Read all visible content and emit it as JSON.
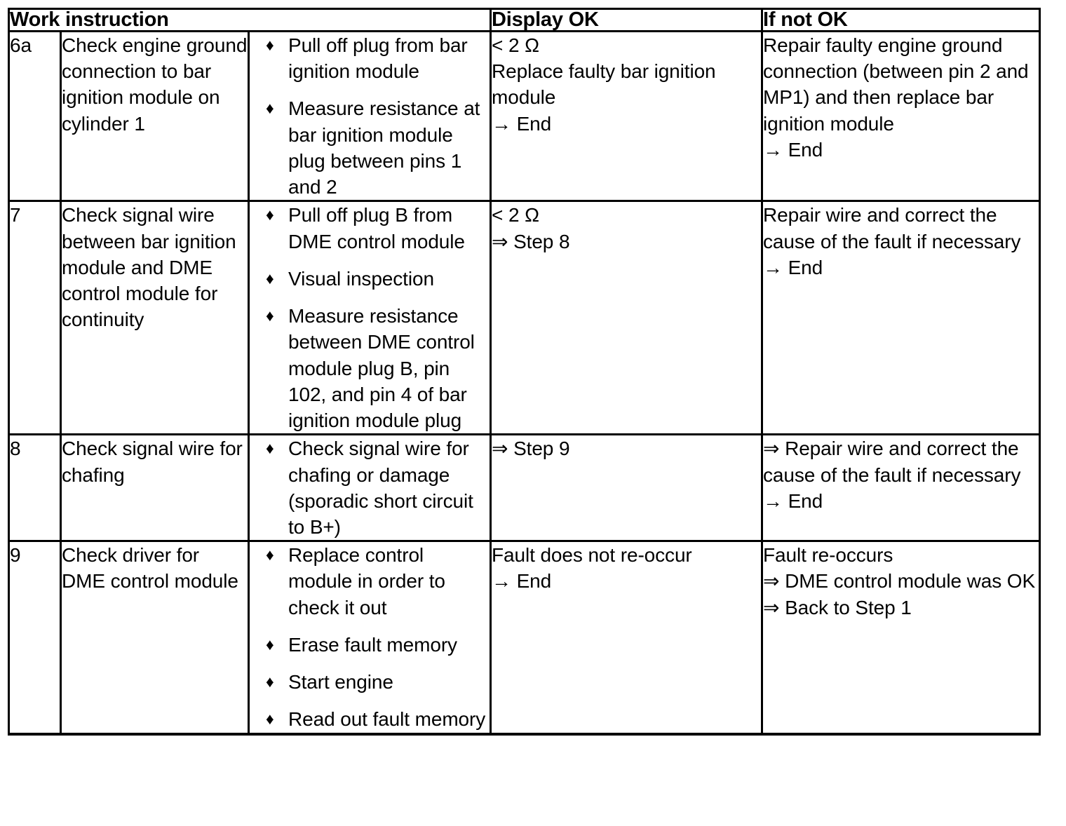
{
  "document": {
    "type": "work-instruction-table",
    "title": "Work instruction troubleshooting table"
  },
  "table": {
    "headers": {
      "work_instruction": "Work instruction",
      "display_ok": "Display OK",
      "if_not_ok": "If not OK"
    },
    "bullet_glyph": "♦",
    "rows": [
      {
        "step": "6a",
        "task": "Check engine ground connection to bar ignition module on cylinder 1",
        "actions": [
          "Pull off plug from bar ignition module",
          "Measure resistance at bar ignition module plug between pins 1 and 2"
        ],
        "display_ok": [
          "< 2 Ω",
          "Replace faulty bar ignition module",
          "→ End"
        ],
        "if_not_ok": [
          "Repair faulty engine ground connection (between pin 2 and MP1) and then replace bar ignition module",
          "→ End"
        ]
      },
      {
        "step": "7",
        "task": "Check signal wire between bar ignition module and DME control module for continuity",
        "actions": [
          "Pull off plug B from DME control module",
          "Visual inspection",
          "Measure resistance between DME control module plug B, pin 102, and pin 4 of bar ignition module plug"
        ],
        "display_ok": [
          "< 2 Ω",
          "⇒ Step 8"
        ],
        "if_not_ok": [
          "Repair wire and correct the cause of the fault if necessary",
          "→ End"
        ]
      },
      {
        "step": "8",
        "task": "Check signal wire for chafing",
        "actions": [
          "Check signal wire for chafing or damage (sporadic short circuit to B+)"
        ],
        "display_ok": [
          "⇒ Step 9"
        ],
        "if_not_ok": [
          "⇒ Repair wire and correct the cause of the fault if necessary",
          "→ End"
        ]
      },
      {
        "step": "9",
        "task": "Check driver for DME control module",
        "actions": [
          "Replace control module in order to check it out",
          "Erase fault memory",
          "Start engine",
          "Read out fault memory"
        ],
        "display_ok": [
          "Fault does not re-occur",
          "→ End"
        ],
        "if_not_ok": [
          "Fault re-occurs",
          "⇒ DME control module was OK",
          "⇒ Back to Step 1"
        ]
      }
    ]
  }
}
